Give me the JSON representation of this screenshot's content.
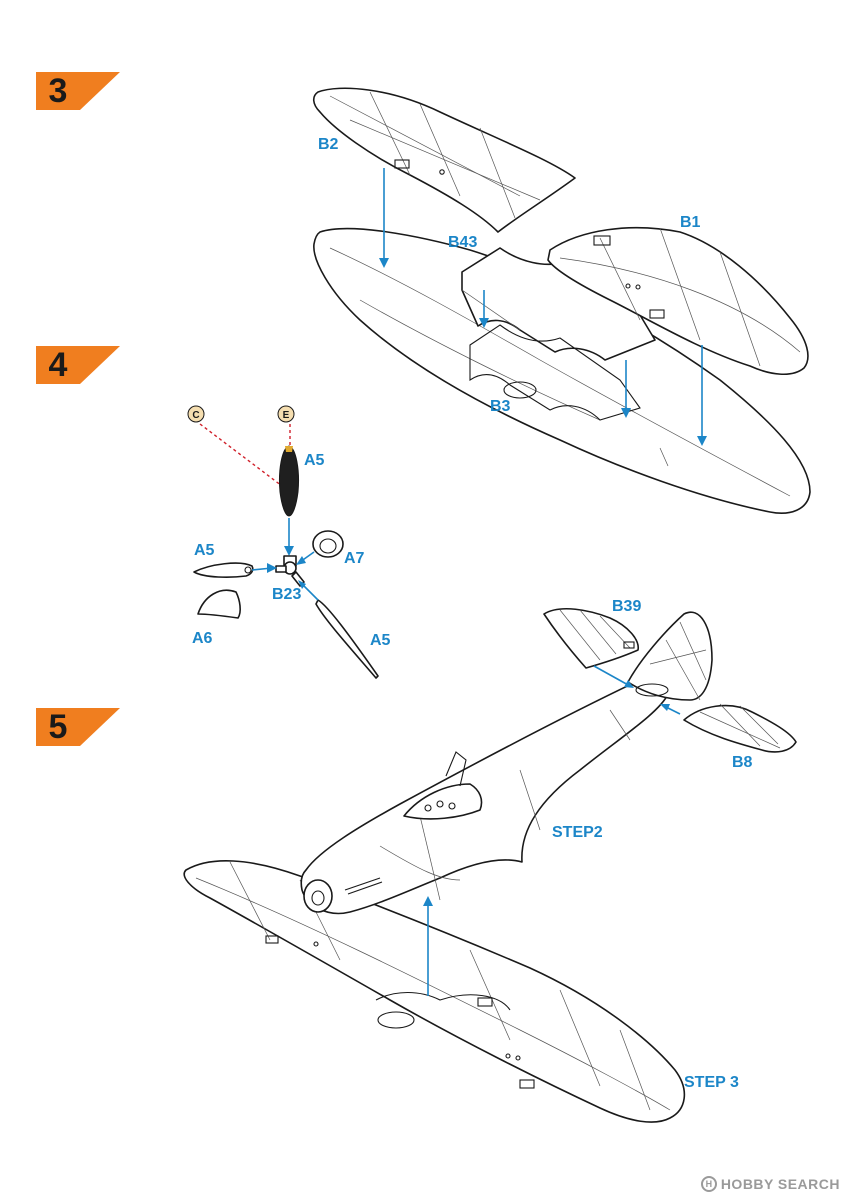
{
  "steps": [
    {
      "number": "3"
    },
    {
      "number": "4"
    },
    {
      "number": "5"
    }
  ],
  "labels": {
    "b2": "B2",
    "b1": "B1",
    "b43": "B43",
    "b3": "B3",
    "a5_blade": "A5",
    "a5_left": "A5",
    "a5_right": "A5",
    "a7": "A7",
    "b23": "B23",
    "a6": "A6",
    "b39": "B39",
    "b8": "B8",
    "step2": "STEP2",
    "step3": "STEP 3"
  },
  "color_callouts": {
    "c": "C",
    "e": "E"
  },
  "watermark": {
    "brand": "HOBBY",
    "word": "SEARCH"
  },
  "colors": {
    "accent": "#1c86c8",
    "step_flag": "#f07e1f",
    "callout_dash": "#d0202a"
  }
}
